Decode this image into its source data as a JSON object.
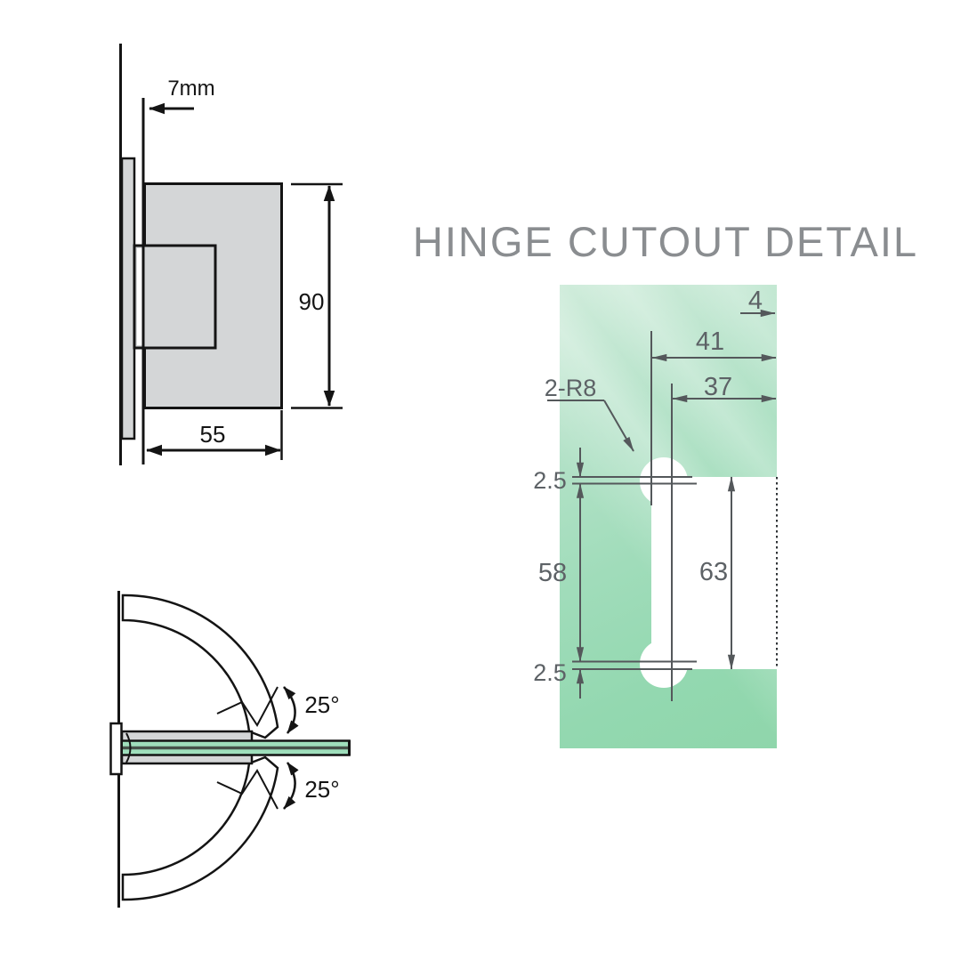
{
  "side_view": {
    "offset": "7mm",
    "height": "90",
    "width": "55"
  },
  "top_view": {
    "swing_up": "25°",
    "swing_down": "25°"
  },
  "cutout": {
    "title": "HINGE CUTOUT DETAIL",
    "edge_offset": "4",
    "overall_width": "41",
    "inner_width": "37",
    "corner_radius": "2-R8",
    "gap_top": "2.5",
    "cutout_span": "58",
    "gap_bottom": "2.5",
    "total_height": "63"
  },
  "colors": {
    "glass_green": "#9fdfbc",
    "panel_light": "#cdebd9",
    "panel_dark": "#8fd6ab",
    "dim_gray": "#54585b",
    "title_gray": "#8a8d90",
    "fill_gray": "#d4d6d7",
    "line_black": "#141414"
  }
}
